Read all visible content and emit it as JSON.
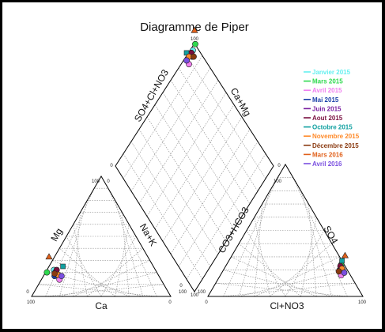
{
  "chart_data": {
    "type": "scatter",
    "subtype": "piper-diagram",
    "title": "Diagramme de Piper",
    "grid": true,
    "legend_position": "right",
    "diamond": {
      "left_axis_label": "SO4+Cl+NO3",
      "right_axis_label": "Ca+Mg",
      "tick_top": "100",
      "tick_left": "0",
      "tick_right": "0",
      "tick_bottom": "100"
    },
    "cation_triangle": {
      "left_axis_label": "Mg",
      "right_axis_label": "Na+K",
      "bottom_axis_label": "Ca",
      "tick_bottom_left": "100",
      "tick_bottom_right": "0",
      "tick_apex": "0",
      "tick_apex_right": "100",
      "tick_right_corner_a": "100",
      "tick_right_corner_b": "0"
    },
    "anion_triangle": {
      "left_axis_label": "CO3+HCO3",
      "right_axis_label": "SO4",
      "bottom_axis_label": "Cl+NO3",
      "tick_bottom_left": "0",
      "tick_bottom_right": "100",
      "tick_left_corner": "100",
      "tick_apex": "100"
    },
    "series": [
      {
        "name": "Janvier 2015",
        "color": "#66f0f0",
        "marker": "circle",
        "cation": {
          "ca": 73,
          "mg": 22
        },
        "anion": {
          "cl": 75,
          "so4": 22
        }
      },
      {
        "name": "Mars 2015",
        "color": "#2ed94e",
        "marker": "circle",
        "cation": {
          "ca": 79,
          "mg": 20
        },
        "anion": {
          "cl": 74,
          "so4": 24
        }
      },
      {
        "name": "Avril 2015",
        "color": "#f080f0",
        "marker": "circle",
        "cation": {
          "ca": 73,
          "mg": 14
        },
        "anion": {
          "cl": 78,
          "so4": 16
        }
      },
      {
        "name": "Mai 2015",
        "color": "#1a3fa8",
        "marker": "circle",
        "cation": {
          "ca": 75,
          "mg": 17
        },
        "anion": {
          "cl": 75,
          "so4": 20
        }
      },
      {
        "name": "Juin 2015",
        "color": "#7a1fa0",
        "marker": "circle",
        "cation": {
          "ca": 73,
          "mg": 20
        },
        "anion": {
          "cl": 77,
          "so4": 20
        }
      },
      {
        "name": "Aout 2015",
        "color": "#7a1040",
        "marker": "circle",
        "cation": {
          "ca": 71,
          "mg": 22
        },
        "anion": {
          "cl": 74,
          "so4": 23
        }
      },
      {
        "name": "Octobre 2015",
        "color": "#10a0a0",
        "marker": "square",
        "cation": {
          "ca": 65,
          "mg": 25
        },
        "anion": {
          "cl": 73,
          "so4": 27
        }
      },
      {
        "name": "Novembre 2015",
        "color": "#ff8a2a",
        "marker": "circle",
        "cation": {
          "ca": 72,
          "mg": 18
        },
        "anion": {
          "cl": 76,
          "so4": 21
        }
      },
      {
        "name": "Décembre 2015",
        "color": "#8a3a10",
        "marker": "circle",
        "cation": {
          "ca": 74,
          "mg": 19
        },
        "anion": {
          "cl": 75,
          "so4": 19
        }
      },
      {
        "name": "Mars 2016",
        "color": "#e0601a",
        "marker": "triangle",
        "cation": {
          "ca": 71,
          "mg": 33
        },
        "anion": {
          "cl": 73,
          "so4": 31
        }
      },
      {
        "name": "Avril 2016",
        "color": "#7a4fe0",
        "marker": "circle",
        "cation": {
          "ca": 70,
          "mg": 17
        },
        "anion": {
          "cl": 79,
          "so4": 18
        }
      }
    ]
  }
}
